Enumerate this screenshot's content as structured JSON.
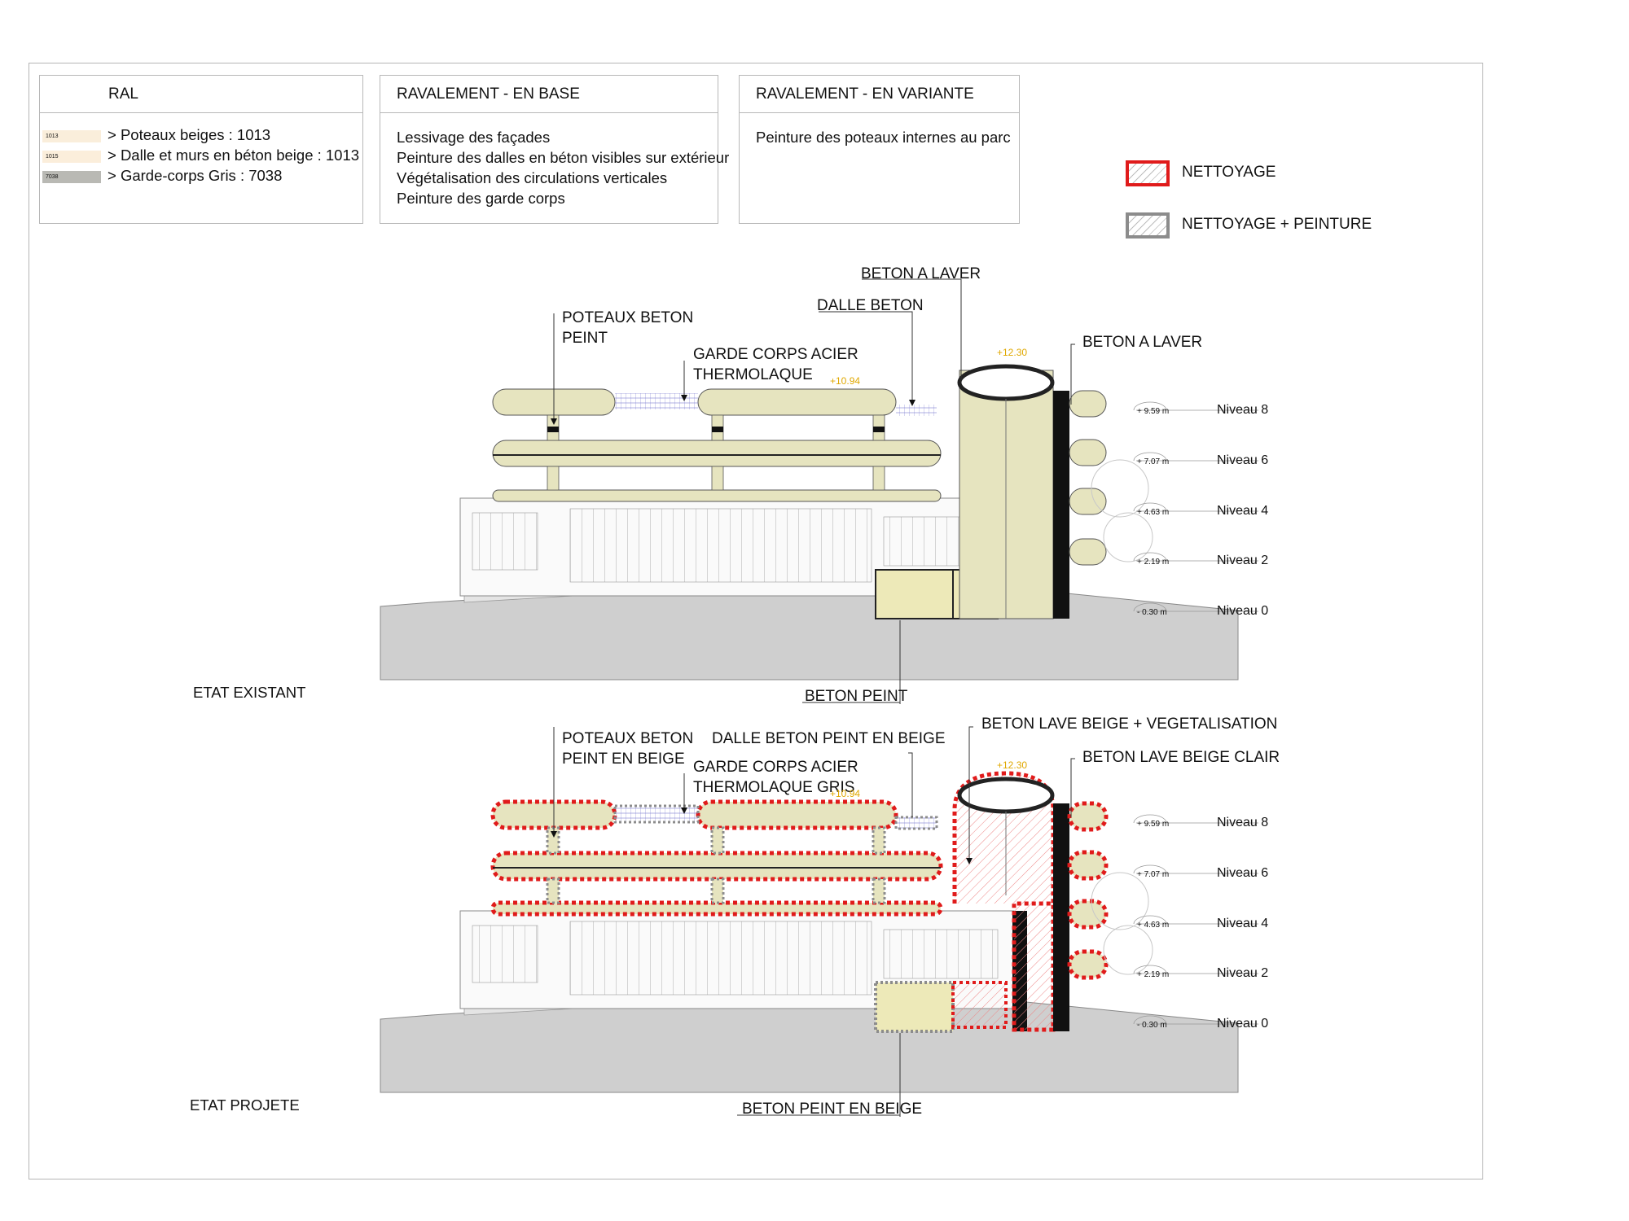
{
  "ral": {
    "header": "RAL",
    "rows": [
      {
        "code": "1013",
        "label": "> Poteaux beiges : 1013"
      },
      {
        "code": "1015",
        "label": "> Dalle et murs en béton beige : 1013"
      },
      {
        "code": "7038",
        "label": "> Garde-corps Gris : 7038"
      }
    ]
  },
  "base": {
    "header": "RAVALEMENT - EN BASE",
    "lines": [
      "Lessivage des façades",
      "Peinture des dalles en béton visibles sur extérieur",
      "Végétalisation des circulations verticales",
      "Peinture des garde corps"
    ]
  },
  "variante": {
    "header": "RAVALEMENT - EN VARIANTE",
    "lines": [
      "Peinture des poteaux internes au parc"
    ]
  },
  "legend": {
    "nettoyage": "NETTOYAGE",
    "nettoyage_peinture": "NETTOYAGE + PEINTURE"
  },
  "existant": {
    "state": "ETAT EXISTANT",
    "poteaux_l1": "POTEAUX BETON",
    "poteaux_l2": "PEINT",
    "garde_l1": "GARDE CORPS ACIER",
    "garde_l2": "THERMOLAQUE",
    "dalle": "DALLE BETON",
    "beton_laver_top": "BETON A LAVER",
    "beton_laver_right": "BETON A LAVER",
    "beton_peint": "BETON PEINT",
    "elev_1230": "+12.30",
    "elev_1094": "+10.94"
  },
  "projete": {
    "state": "ETAT PROJETE",
    "poteaux_l1": "POTEAUX BETON",
    "poteaux_l2": "PEINT EN BEIGE",
    "dalle": "DALLE BETON PEINT EN BEIGE",
    "garde_l1": "GARDE CORPS ACIER",
    "garde_l2": "THERMOLAQUE GRIS",
    "beton_vegetalisation": "BETON LAVE BEIGE + VEGETALISATION",
    "beton_clair": "BETON LAVE BEIGE CLAIR",
    "beton_peint": "BETON PEINT EN BEIGE",
    "elev_1230": "+12.30",
    "elev_1094": "+10.94"
  },
  "levels": [
    {
      "name": "Niveau 8",
      "elevation": "+ 9.59 m"
    },
    {
      "name": "Niveau 6",
      "elevation": "+ 7.07 m"
    },
    {
      "name": "Niveau 4",
      "elevation": "+ 4.63 m"
    },
    {
      "name": "Niveau 2",
      "elevation": "+ 2.19 m"
    },
    {
      "name": "Niveau 0",
      "elevation": "- 0.30 m"
    }
  ],
  "colors": {
    "beige": "#e6e4bf",
    "nettoyage_red": "#e01b1b",
    "garde_gris": "#bdbdbd",
    "ground": "#cfcfcf",
    "elevation_yellow": "#e0a800"
  }
}
